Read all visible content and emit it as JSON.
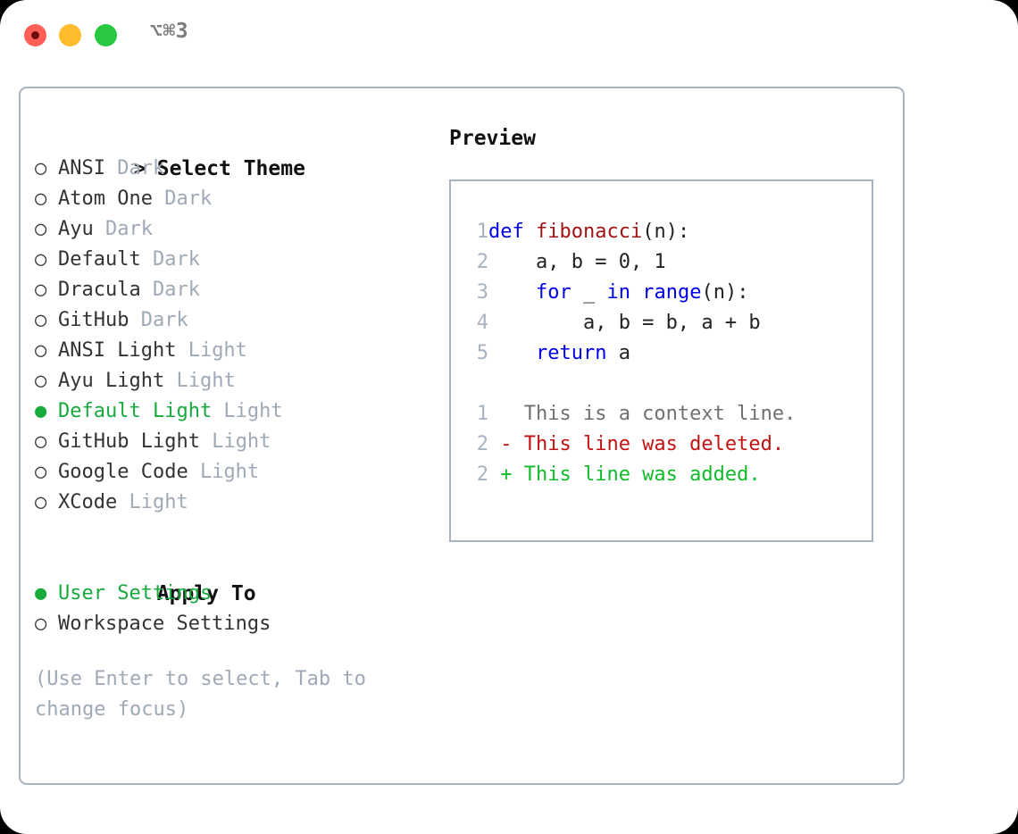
{
  "titlebar": {
    "shortcut": "⌥⌘3",
    "buttons": {
      "close": "close-button",
      "minimize": "minimize-button",
      "maximize": "maximize-button"
    }
  },
  "theme_picker": {
    "header": "Select Theme",
    "header_marker": ">",
    "marker_unselected": "○",
    "marker_selected": "●",
    "items": [
      {
        "marker": "○",
        "name": "ANSI",
        "category": "Dark",
        "selected": false
      },
      {
        "marker": "○",
        "name": "Atom One",
        "category": "Dark",
        "selected": false
      },
      {
        "marker": "○",
        "name": "Ayu",
        "category": "Dark",
        "selected": false
      },
      {
        "marker": "○",
        "name": "Default",
        "category": "Dark",
        "selected": false
      },
      {
        "marker": "○",
        "name": "Dracula",
        "category": "Dark",
        "selected": false
      },
      {
        "marker": "○",
        "name": "GitHub",
        "category": "Dark",
        "selected": false
      },
      {
        "marker": "○",
        "name": "ANSI Light",
        "category": "Light",
        "selected": false
      },
      {
        "marker": "○",
        "name": "Ayu Light",
        "category": "Light",
        "selected": false
      },
      {
        "marker": "●",
        "name": "Default Light",
        "category": "Light",
        "selected": true
      },
      {
        "marker": "○",
        "name": "GitHub Light",
        "category": "Light",
        "selected": false
      },
      {
        "marker": "○",
        "name": "Google Code",
        "category": "Light",
        "selected": false
      },
      {
        "marker": "○",
        "name": "XCode",
        "category": "Light",
        "selected": false
      }
    ]
  },
  "apply_to": {
    "header": "Apply To",
    "items": [
      {
        "marker": "●",
        "name": "User Settings",
        "selected": true
      },
      {
        "marker": "○",
        "name": "Workspace Settings",
        "selected": false
      }
    ]
  },
  "hint": "(Use Enter to select, Tab to change focus)",
  "preview": {
    "title": "Preview",
    "code_lines": [
      {
        "num": "1",
        "tokens": [
          {
            "t": "def",
            "c": "kw"
          },
          {
            "t": " ",
            "c": "pl"
          },
          {
            "t": "fibonacci",
            "c": "fn"
          },
          {
            "t": "(n):",
            "c": "pl"
          }
        ]
      },
      {
        "num": "2",
        "tokens": [
          {
            "t": "    a, b = 0, 1",
            "c": "pl"
          }
        ]
      },
      {
        "num": "3",
        "tokens": [
          {
            "t": "    ",
            "c": "pl"
          },
          {
            "t": "for",
            "c": "kw"
          },
          {
            "t": " _ ",
            "c": "pl"
          },
          {
            "t": "in",
            "c": "kw"
          },
          {
            "t": " ",
            "c": "pl"
          },
          {
            "t": "range",
            "c": "kw"
          },
          {
            "t": "(n):",
            "c": "pl"
          }
        ]
      },
      {
        "num": "4",
        "tokens": [
          {
            "t": "        a, b = b, a + b",
            "c": "pl"
          }
        ]
      },
      {
        "num": "5",
        "tokens": [
          {
            "t": "    ",
            "c": "pl"
          },
          {
            "t": "return",
            "c": "kw"
          },
          {
            "t": " a",
            "c": "pl"
          }
        ]
      }
    ],
    "diff_lines": [
      {
        "num": "1",
        "tokens": [
          {
            "t": "   This is a context line.",
            "c": "ctx"
          }
        ]
      },
      {
        "num": "2",
        "tokens": [
          {
            "t": " - This line was deleted.",
            "c": "del"
          }
        ]
      },
      {
        "num": "2",
        "tokens": [
          {
            "t": " + This line was added.",
            "c": "add"
          }
        ]
      }
    ]
  },
  "colors": {
    "accent_green": "#16ab3c",
    "muted": "#9fa9b7",
    "border": "#a8b3c1",
    "keyword_blue": "#0000e6",
    "function_red": "#a01515",
    "diff_added": "#12bb2c",
    "diff_deleted": "#c41212",
    "traffic_red": "#ff5f57",
    "traffic_yellow": "#ffbd2e",
    "traffic_green": "#28c840"
  }
}
